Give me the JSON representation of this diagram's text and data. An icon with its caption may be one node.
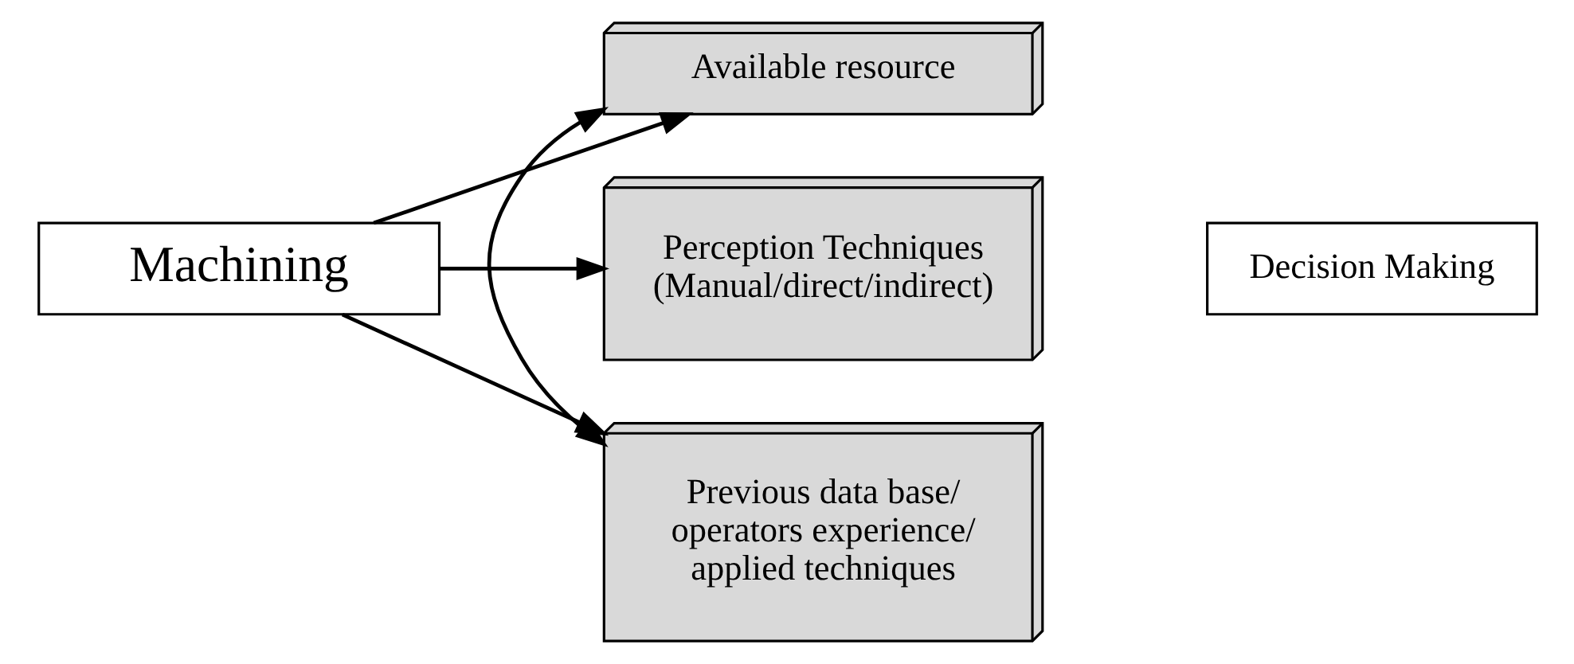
{
  "diagram": {
    "nodes": [
      {
        "text": [
          "Machining"
        ]
      },
      {
        "text": [
          "Available resource"
        ]
      },
      {
        "text": [
          "Perception Techniques (Manual/direct/indirect)"
        ]
      },
      {
        "text": [
          "Previous data base/ operators experience/ applied techniques"
        ]
      },
      {
        "text": [
          "Decision Making"
        ]
      }
    ],
    "edges": [
      {
        "from": 0,
        "to": 1,
        "arrow": "to"
      },
      {
        "from": 0,
        "to": 2,
        "arrow": "to"
      },
      {
        "from": 0,
        "to": 3,
        "arrow": "to"
      },
      {
        "from": 1,
        "to": 3,
        "arrow": "both"
      }
    ]
  }
}
